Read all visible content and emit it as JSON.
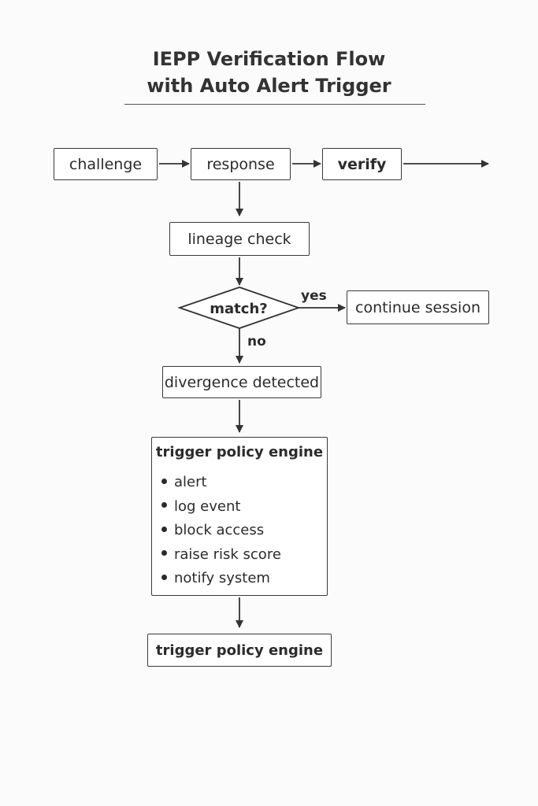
{
  "title": {
    "line1": "IEPP Verification Flow",
    "line2": "with Auto Alert Trigger"
  },
  "nodes": {
    "challenge": "challenge",
    "response": "response",
    "verify": "verify",
    "lineage_check": "lineage check",
    "match": "match?",
    "continue_session": "continue session",
    "divergence_detected": "divergence detected",
    "policy_engine": {
      "title": "trigger policy engine",
      "items": [
        "alert",
        "log event",
        "block access",
        "raise risk score",
        "notify system"
      ]
    },
    "final": "trigger policy engine"
  },
  "edge_labels": {
    "yes": "yes",
    "no": "no"
  },
  "colors": {
    "line": "#333333",
    "background": "#fbfbfb"
  }
}
